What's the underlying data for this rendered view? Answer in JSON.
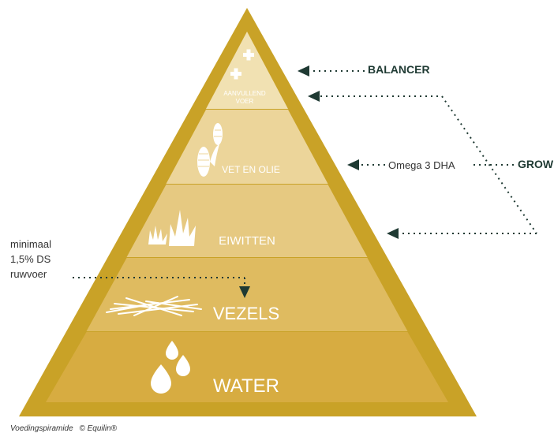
{
  "pyramid": {
    "tiers": [
      {
        "label": "AANVULLEND",
        "label2": "VOER",
        "icon": "plus-icon"
      },
      {
        "label": "VET EN OLIE",
        "icon": "corn-icon"
      },
      {
        "label": "EIWITTEN",
        "icon": "grass-icon"
      },
      {
        "label": "VEZELS",
        "icon": "hay-icon"
      },
      {
        "label": "WATER",
        "icon": "water-drops-icon"
      }
    ]
  },
  "annotations": {
    "balancer": "BALANCER",
    "grow": "GROW",
    "omega": "Omega 3 DHA",
    "fiber_line1": "minimaal",
    "fiber_line2": "1,5% DS",
    "fiber_line3": "ruwvoer"
  },
  "caption": {
    "text": "Voedingspiramide",
    "copyright": "© Equilin®"
  },
  "colors": {
    "frame": "#c9a227",
    "tier1": "#f1e1b2",
    "tier2": "#ecd59a",
    "tier3": "#e6c981",
    "tier4": "#dfbb60",
    "tier5": "#d7ac41",
    "arrow": "#1f3a33"
  }
}
